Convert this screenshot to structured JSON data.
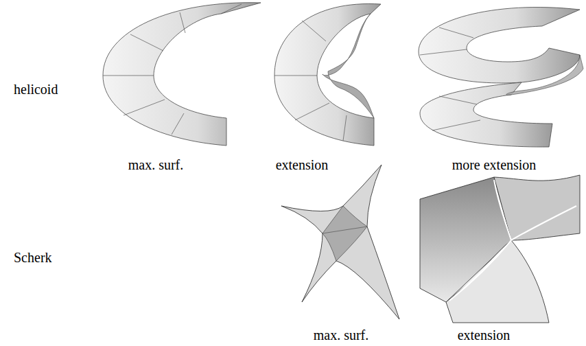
{
  "diagram": {
    "labels": [
      "helicoid",
      "max. surf.",
      "extension",
      "more extension",
      "Scherk",
      "max. surf.",
      "extension"
    ]
  }
}
